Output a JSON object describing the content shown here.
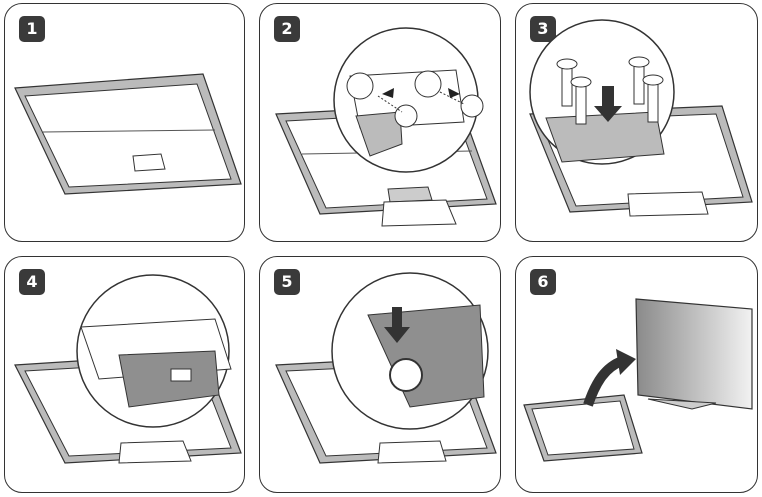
{
  "steps": [
    {
      "number": "1"
    },
    {
      "number": "2"
    },
    {
      "number": "3"
    },
    {
      "number": "4"
    },
    {
      "number": "5"
    },
    {
      "number": "6"
    }
  ],
  "colors": {
    "outline": "#333333",
    "frame": "#b9b9b9",
    "badge": "#3a3a3a",
    "plate": "#8f8f8f",
    "screen_light": "#f2f2f2",
    "screen_dark": "#8a8a8a"
  }
}
